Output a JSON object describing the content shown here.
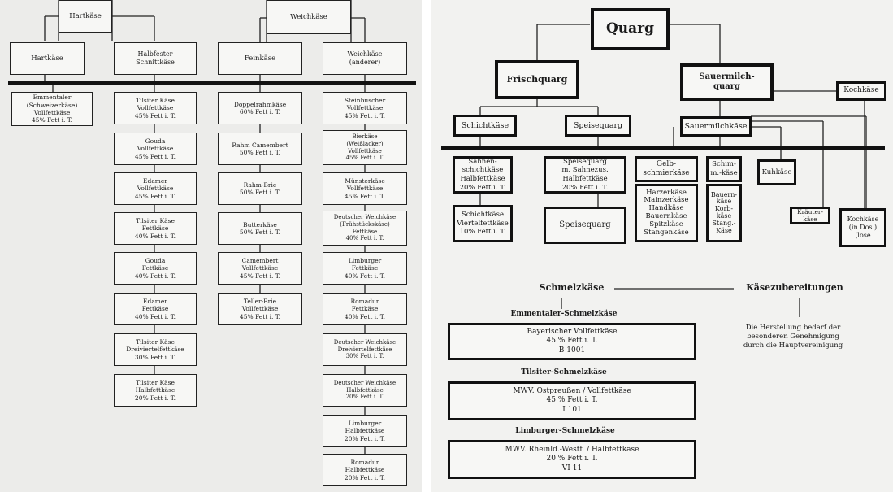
{
  "left": {
    "top": {
      "hartkaese": "Hartkäse",
      "weichkaese": "Weichkäse"
    },
    "cats": {
      "hartkaese": "Hartkäse",
      "halbfester": "Halbfester\nSchnittkäse",
      "feinkaese": "Feinkäse",
      "weich_andere": "Weichkäse\n(anderer)"
    },
    "col_hart": [
      "Emmentaler\n(Schweizerkäse)\nVollfettkäse\n45% Fett i. T."
    ],
    "col_halbfest": [
      "Tilsiter Käse\nVollfettkäse\n45% Fett i. T.",
      "Gouda\nVollfettkäse\n45% Fett i. T.",
      "Edamer\nVollfettkäse\n45% Fett i. T.",
      "Tilsiter Käse\nFettkäse\n40% Fett i. T.",
      "Gouda\nFettkäse\n40% Fett i. T.",
      "Edamer\nFettkäse\n40% Fett i. T.",
      "Tilsiter Käse\nDreiviertelfettkäse\n30% Fett i. T.",
      "Tilsiter Käse\nHalbfettkäse\n20% Fett i. T."
    ],
    "col_fein": [
      "Doppelrahmkäse\n60% Fett i. T.",
      "Rahm Camembert\n50% Fett i. T.",
      "Rahm-Brie\n50% Fett i. T.",
      "Butterkäse\n50% Fett i. T.",
      "Camembert\nVollfettkäse\n45% Fett i. T.",
      "Teller-Brie\nVollfettkäse\n45% Fett i. T."
    ],
    "col_weich": [
      "Steinbuscher\nVollfettkäse\n45% Fett i. T.",
      "Bierkäse\n(Weißlacker)\nVollfettkäse\n45% Fett i. T.",
      "Münsterkäse\nVollfettkäse\n45% Fett i. T.",
      "Deutscher Weichkäse\n(Frühstückskäse)\nFettkäse\n40% Fett i. T.",
      "Limburger\nFettkäse\n40% Fett i. T.",
      "Romadur\nFettkäse\n40% Fett i. T.",
      "Deutscher Weichkäse\nDreiviertelfettkäse\n30% Fett i. T.",
      "Deutscher Weichkäse\nHalbfettkäse\n20% Fett i. T.",
      "Limburger\nHalbfettkäse\n20% Fett i. T.",
      "Romadur\nHalbfettkäse\n20% Fett i. T."
    ]
  },
  "right": {
    "quarg": "Quarg",
    "frischquarg": "Frischquarg",
    "sauermilchquarg": "Sauermilch-\nquarg",
    "kochkaese_top": "Kochkäse",
    "schichtkaese": "Schichtkäse",
    "speisequarg": "Speisequarg",
    "sauermilchkaese": "Sauermilchkäse",
    "sahnenschicht": "Sahnen-\nschichtkäse\nHalbfettkäse\n20% Fett i. T.",
    "schicht_viertel": "Schichtkäse\nViertelfettkäse\n10% Fett i. T.",
    "speise_sahne": "Speisequarg\nm. Sahnezus.\nHalbfettkäse\n20% Fett i. T.",
    "speisequarg2": "Speisequarg",
    "gelbschmier": "Gelb-\nschmierkäse",
    "harzer_list": "Harzerkäse\nMainzerkäse\nHandkäse\nBauernkäse\nSpitzkäse\nStangenkäse",
    "schimmelkaese": "Schim-\nm.-käse",
    "bauern_list": "Bauern-\nkäse\nKorb-\nkäse\nStang.-\nKäse",
    "kuhkaese": "Kuhkäse",
    "kraeuterkaese": "Kräuter-\nkäse",
    "kochkaese_dose": "Kochkäse\n(in Dos.)\n(lose",
    "schmelzkaese": "Schmelzkäse",
    "kaesezubereitungen": "Käsezubereitungen",
    "zubereitung_note": "Die Herstellung bedarf der\nbesonderen Genehmigung\ndurch die Hauptvereinigung",
    "emmentaler_schmelz": "Emmentaler-Schmelzkäse",
    "box1": "Bayerischer Vollfettkäse\n45 % Fett i. T.\nB 1001",
    "tilsiter_schmelz": "Tilsiter-Schmelzkäse",
    "box2": "MWV. Ostpreußen / Vollfettkäse\n45 % Fett i. T.\nI 101",
    "limburger_schmelz": "Limburger-Schmelzkäse",
    "box3": "MWV. Rheinld.-Westf. / Halbfettkäse\n20 % Fett i. T.\nVI 11"
  }
}
